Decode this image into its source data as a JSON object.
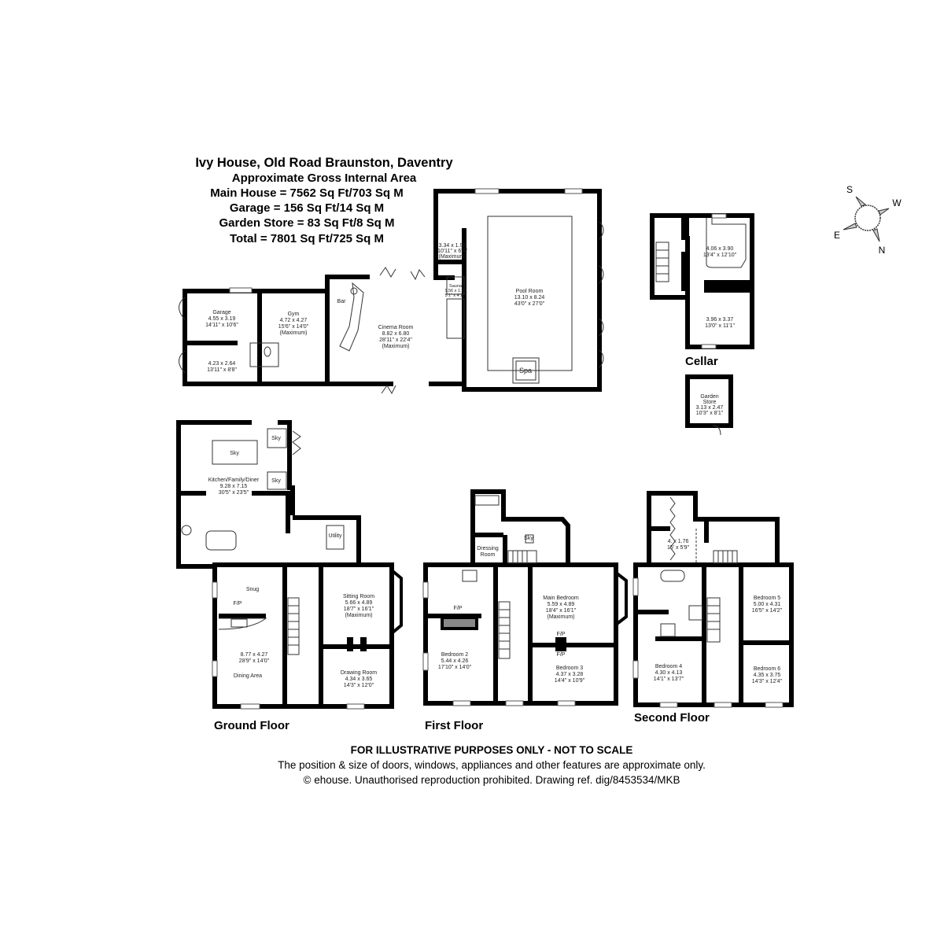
{
  "header": {
    "title": "Ivy House, Old Road Braunston, Daventry",
    "subtitle": "Approximate Gross Internal Area",
    "areas": [
      "Main House = 7562 Sq Ft/703 Sq M",
      "Garage = 156 Sq Ft/14 Sq M",
      "Garden Store = 83 Sq Ft/8 Sq M",
      "Total = 7801 Sq Ft/725 Sq M"
    ]
  },
  "compass": {
    "s": "S",
    "w": "W",
    "e": "E",
    "n": "N"
  },
  "floors": {
    "ground": "Ground Floor",
    "first": "First Floor",
    "second": "Second Floor",
    "cellar": "Cellar"
  },
  "rooms": {
    "garage": [
      "Garage",
      "4.55 x 3.19",
      "14'11\" x 10'6\""
    ],
    "annex": [
      "4.23 x 2.64",
      "13'11\" x 8'8\""
    ],
    "gym": [
      "Gym",
      "4.72 x 4.27",
      "15'6\" x 14'0\"",
      "(Maximum)"
    ],
    "bar": [
      "Bar"
    ],
    "cinema": [
      "Cinema Room",
      "8.82 x 6.80",
      "28'11\" x 22'4\"",
      "(Maximum)"
    ],
    "pool_side": [
      "3.34 x 1.92",
      "10'11\" x 6'4\"",
      "(Maximum)"
    ],
    "sauna": [
      "Sauna",
      "1.56 x 1.50",
      "5'1\" x 4'11\""
    ],
    "pool": [
      "Pool Room",
      "13.10 x 8.24",
      "43'0\" x 27'0\""
    ],
    "spa": [
      "Spa"
    ],
    "cellar_1": [
      "4.06 x 3.90",
      "13'4\" x 12'10\""
    ],
    "cellar_2": [
      "3.96 x 3.37",
      "13'0\" x 11'1\""
    ],
    "garden_store": [
      "Garden",
      "Store",
      "3.13 x 2.47",
      "10'3\" x 8'1\""
    ],
    "kitchen": [
      "Kitchen/Family/Diner",
      "9.28 x 7.15",
      "30'5\" x 23'5\""
    ],
    "sky_labels": [
      "Sky",
      "Sky",
      "Sky"
    ],
    "utility": [
      "Utility"
    ],
    "snug": [
      "Snug"
    ],
    "fp": "F/P",
    "dining": [
      "8.77 x 4.27",
      "28'9\" x 14'0\"",
      "Dining Area"
    ],
    "sitting": [
      "Sitting Room",
      "5.66 x 4.89",
      "18'7\" x 16'1\"",
      "(Maximum)"
    ],
    "drawing": [
      "Drawing Room",
      "4.34 x 3.65",
      "14'3\" x 12'0\""
    ],
    "dressing": [
      "Dressing",
      "Room"
    ],
    "sky_first": "Sky",
    "main_bedroom": [
      "Main Bedroom",
      "5.59 x 4.89",
      "18'4\" x 16'1\"",
      "(Maximum)"
    ],
    "bedroom2": [
      "Bedroom 2",
      "5.44 x 4.26",
      "17'10\" x 14'0\""
    ],
    "bedroom3": [
      "Bedroom 3",
      "4.37 x 3.28",
      "14'4\" x 10'9\""
    ],
    "second_landing": [
      "4.   x 1.76",
      "15'   x 5'9\""
    ],
    "bedroom4": [
      "Bedroom 4",
      "4.30 x 4.13",
      "14'1\" x 13'7\""
    ],
    "bedroom5": [
      "Bedroom 5",
      "5.00 x 4.31",
      "16'5\" x 14'2\""
    ],
    "bedroom6": [
      "Bedroom 6",
      "4.35 x 3.75",
      "14'3\" x 12'4\""
    ]
  },
  "footer": {
    "disclaimer": "FOR ILLUSTRATIVE PURPOSES ONLY - NOT TO SCALE",
    "note": "The position & size of doors, windows, appliances and other features are approximate only.",
    "copyright": "© ehouse. Unauthorised reproduction prohibited. Drawing ref. dig/8453534/MKB"
  }
}
